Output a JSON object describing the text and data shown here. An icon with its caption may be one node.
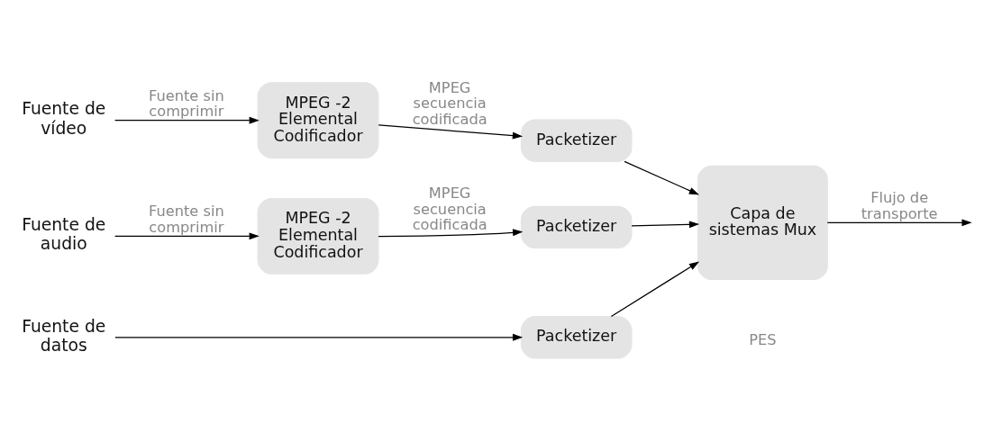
{
  "diagram": {
    "nodes": [
      {
        "text": [
          "Fuente de vídeo"
        ]
      },
      {
        "text": [
          "MPEG -2 Elemental Codificador"
        ]
      },
      {
        "text": [
          "Packetizer"
        ]
      },
      {
        "text": [
          "Fuente de audio"
        ]
      },
      {
        "text": [
          "MPEG -2 Elemental Codificador"
        ]
      },
      {
        "text": [
          "Packetizer"
        ]
      },
      {
        "text": [
          "Fuente de datos"
        ]
      },
      {
        "text": [
          "Packetizer"
        ]
      },
      {
        "text": [
          "Capa de sistemas Mux"
        ]
      }
    ],
    "edges": [
      {
        "from": 0,
        "to": 1,
        "arrow": "to",
        "label": "Fuente sin comprimir"
      },
      {
        "from": 1,
        "to": 2,
        "arrow": "to",
        "label": "MPEG secuencia codificada"
      },
      {
        "from": 2,
        "to": 8,
        "arrow": "to"
      },
      {
        "from": 3,
        "to": 4,
        "arrow": "to",
        "label": "Fuente sin comprimir"
      },
      {
        "from": 4,
        "to": 5,
        "arrow": "to",
        "label": "MPEG secuencia codificada"
      },
      {
        "from": 5,
        "to": 8,
        "arrow": "to"
      },
      {
        "from": 6,
        "to": 7,
        "arrow": "to"
      },
      {
        "from": 7,
        "to": 8,
        "arrow": "to"
      },
      {
        "from": 8,
        "to": null,
        "arrow": "to",
        "label": "Flujo de transporte"
      }
    ],
    "labels": [
      "PES"
    ]
  }
}
